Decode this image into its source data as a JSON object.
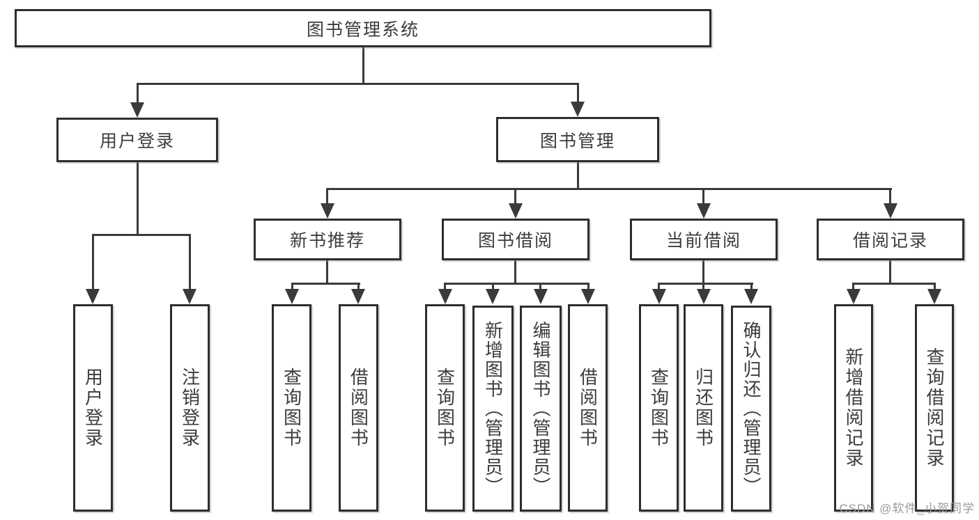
{
  "nodes": {
    "root": "图书管理系统",
    "user_login": "用户登录",
    "book_mgmt": "图书管理",
    "new_book_rec": "新书推荐",
    "book_borrow": "图书借阅",
    "current_borrow": "当前借阅",
    "borrow_record": "借阅记录",
    "leaf_user_login": "用户登录",
    "leaf_logout": "注销登录",
    "leaf_nb_query": "查询图书",
    "leaf_nb_borrow": "借阅图书",
    "leaf_bb_query": "查询图书",
    "leaf_bb_add": "新增图书（管理员）",
    "leaf_bb_edit": "编辑图书（管理员）",
    "leaf_bb_borrow": "借阅图书",
    "leaf_cb_query": "查询图书",
    "leaf_cb_return": "归还图书",
    "leaf_cb_confirm": "确认归还（管理员）",
    "leaf_br_add": "新增借阅记录",
    "leaf_br_query": "查询借阅记录"
  },
  "hierarchy": {
    "图书管理系统": {
      "用户登录": [
        "用户登录",
        "注销登录"
      ],
      "图书管理": {
        "新书推荐": [
          "查询图书",
          "借阅图书"
        ],
        "图书借阅": [
          "查询图书",
          "新增图书（管理员）",
          "编辑图书（管理员）",
          "借阅图书"
        ],
        "当前借阅": [
          "查询图书",
          "归还图书",
          "确认归还（管理员）"
        ],
        "借阅记录": [
          "新增借阅记录",
          "查询借阅记录"
        ]
      }
    }
  },
  "watermark": "CSDN @软件_小贺同学",
  "colors": {
    "background": "#ffffff",
    "box_border": "#2d2d2d",
    "line": "#3a3a3a",
    "text": "#3c3c3c",
    "watermark": "#9b9b9b"
  }
}
